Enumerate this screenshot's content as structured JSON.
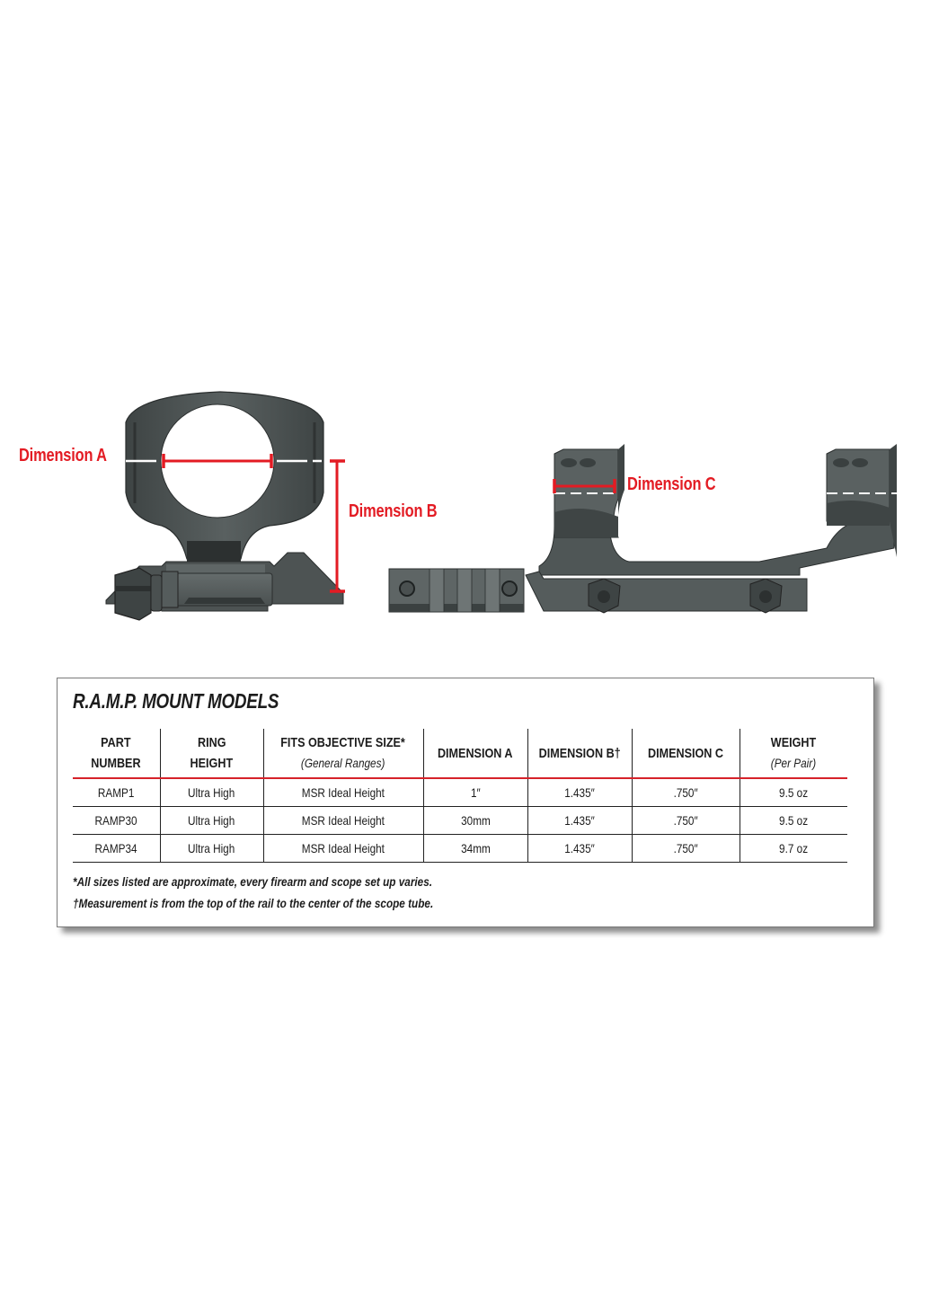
{
  "diagram": {
    "labels": {
      "dimension_a": "Dimension A",
      "dimension_b": "Dimension B",
      "dimension_c": "Dimension C"
    },
    "colors": {
      "annotation_red": "#e31b23",
      "metal_dark": "#3d4242",
      "metal_mid": "#5a6161",
      "metal_light": "#6f7676",
      "table_rule_red": "#d6222a"
    },
    "components": [
      "single-ring-mount-front-view",
      "cantilever-mount-side-view"
    ]
  },
  "table": {
    "title": "R.A.M.P. MOUNT MODELS",
    "headers": [
      {
        "line1": "PART",
        "line2": "NUMBER",
        "sub": ""
      },
      {
        "line1": "RING",
        "line2": "HEIGHT",
        "sub": ""
      },
      {
        "line1": "FITS OBJECTIVE SIZE*",
        "line2": "",
        "sub": "(General Ranges)"
      },
      {
        "line1": "DIMENSION A",
        "line2": "",
        "sub": ""
      },
      {
        "line1": "DIMENSION B†",
        "line2": "",
        "sub": ""
      },
      {
        "line1": "DIMENSION C",
        "line2": "",
        "sub": ""
      },
      {
        "line1": "WEIGHT",
        "line2": "",
        "sub": "(Per Pair)"
      }
    ],
    "rows": [
      [
        "RAMP1",
        "Ultra High",
        "MSR Ideal Height",
        "1″",
        "1.435″",
        ".750″",
        "9.5 oz"
      ],
      [
        "RAMP30",
        "Ultra High",
        "MSR Ideal Height",
        "30mm",
        "1.435″",
        ".750″",
        "9.5 oz"
      ],
      [
        "RAMP34",
        "Ultra High",
        "MSR Ideal Height",
        "34mm",
        "1.435″",
        ".750″",
        "9.7 oz"
      ]
    ],
    "notes": [
      "*All sizes listed are approximate, every firearm and scope set up varies.",
      "†Measurement is from the top of the rail to the center of the scope tube."
    ]
  }
}
